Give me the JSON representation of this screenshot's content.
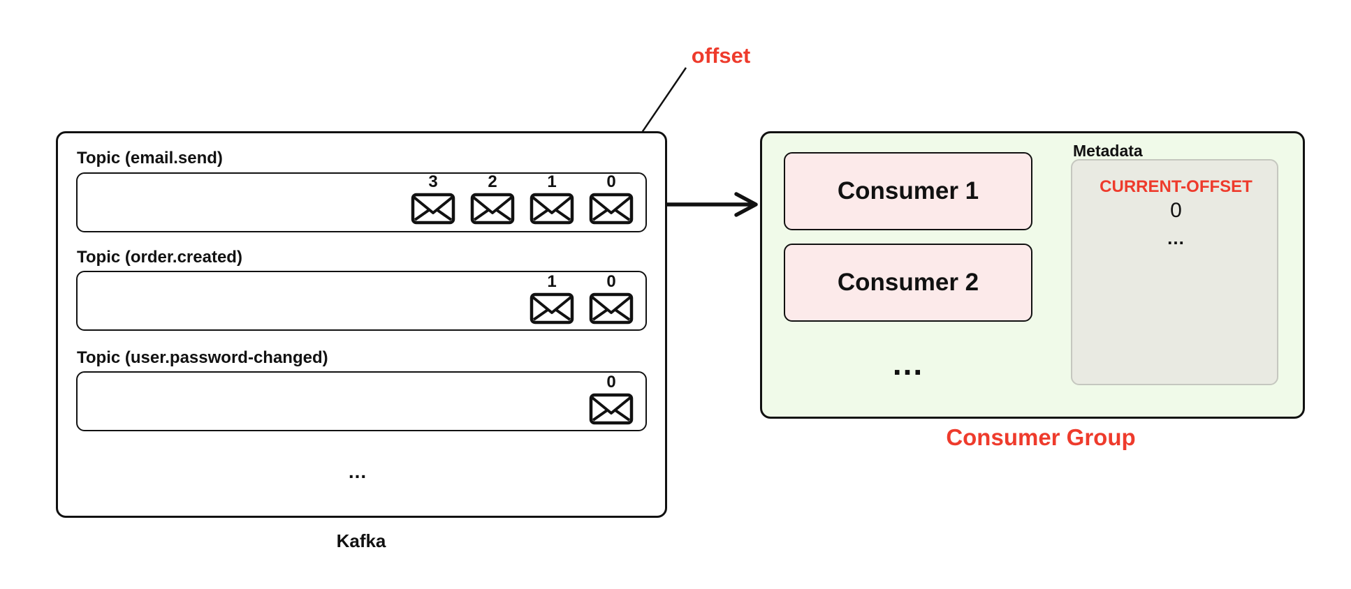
{
  "offset_annotation": {
    "label": "offset"
  },
  "kafka": {
    "label": "Kafka",
    "ellipsis": "...",
    "topics": [
      {
        "label": "Topic (email.send)",
        "messages": [
          "3",
          "2",
          "1",
          "0"
        ]
      },
      {
        "label": "Topic (order.created)",
        "messages": [
          "1",
          "0"
        ]
      },
      {
        "label": "Topic (user.password-changed)",
        "messages": [
          "0"
        ]
      }
    ]
  },
  "consumer_group": {
    "label": "Consumer Group",
    "consumers": [
      "Consumer 1",
      "Consumer 2"
    ],
    "ellipsis": "...",
    "metadata": {
      "title": "Metadata",
      "key": "CURRENT-OFFSET",
      "value": "0",
      "ellipsis": "..."
    }
  },
  "colors": {
    "red": "#ee3b2c",
    "green_fill": "#f0fae9",
    "pink_fill": "#fceaea",
    "gray_fill": "#e9eae2",
    "ink": "#111111"
  }
}
